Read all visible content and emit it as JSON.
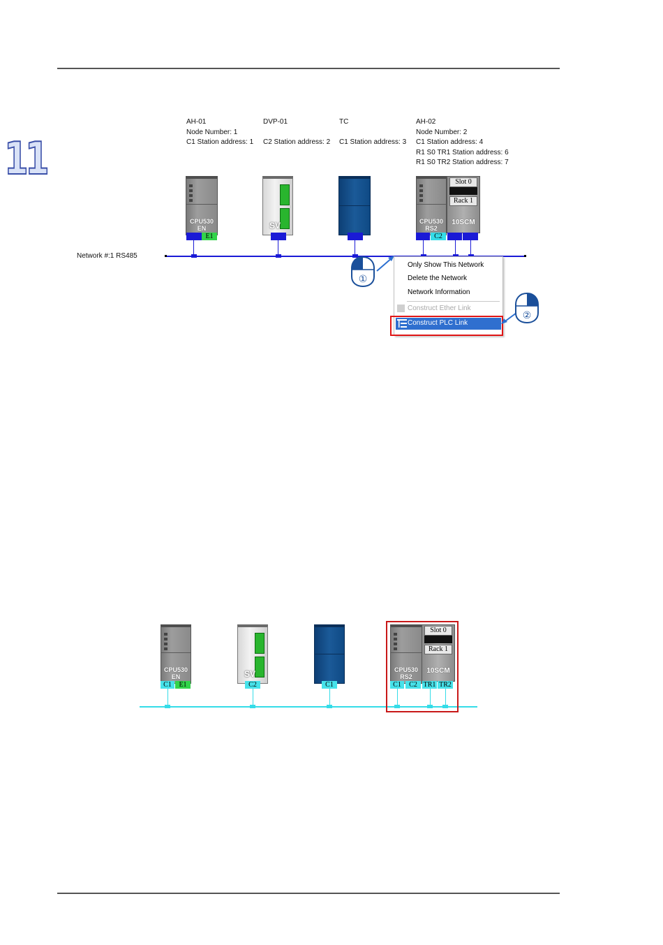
{
  "chapter_number": "11",
  "figure1": {
    "network_label": "Network #:1  RS485",
    "devices": [
      {
        "name": "AH-01",
        "lines": [
          "Node Number: 1",
          "C1 Station address: 1"
        ]
      },
      {
        "name": "DVP-01",
        "lines": [
          "C2 Station address: 2"
        ]
      },
      {
        "name": "TC",
        "lines": [
          "C1 Station address: 3"
        ]
      },
      {
        "name": "AH-02",
        "lines": [
          "Node Number: 2",
          "C1 Station address: 4",
          "R1 S0 TR1 Station address: 6",
          "R1 S0 TR2 Station address: 7"
        ]
      }
    ],
    "cpu_model_top": "CPU530",
    "cpu_model_en": "EN",
    "cpu_model_rs2": "RS2",
    "dvp_label": "SV",
    "slot_label": "Slot 0",
    "rack_label": "Rack 1",
    "scm_label": "10SCM",
    "port_e1": "E1",
    "port_c2": "C2",
    "context_menu": {
      "items": [
        "Only Show This Network",
        "Delete the Network",
        "Network Information"
      ],
      "disabled_item": "Construct Ether Link",
      "highlighted_item": "Construct PLC Link"
    },
    "step_markers": [
      "①",
      "②"
    ]
  },
  "figure2": {
    "cpu_model_top": "CPU530",
    "cpu_model_en": "EN",
    "cpu_model_rs2": "RS2",
    "dvp_label": "SV",
    "slot_label": "Slot 0",
    "rack_label": "Rack 1",
    "scm_label": "10SCM",
    "ports": {
      "ah01_c1": "C1",
      "ah01_e1": "E1",
      "dvp_c2": "C2",
      "tc_c1": "C1",
      "ah02_c1": "C1",
      "ah02_c2": "C2",
      "scm_tr1": "TR1",
      "scm_tr2": "TR2"
    }
  },
  "colors": {
    "network_wire_1": "#1a1ad6",
    "network_wire_2": "#34dce8",
    "highlight_box": "#e01515",
    "menu_highlight": "#2f6fcf"
  }
}
